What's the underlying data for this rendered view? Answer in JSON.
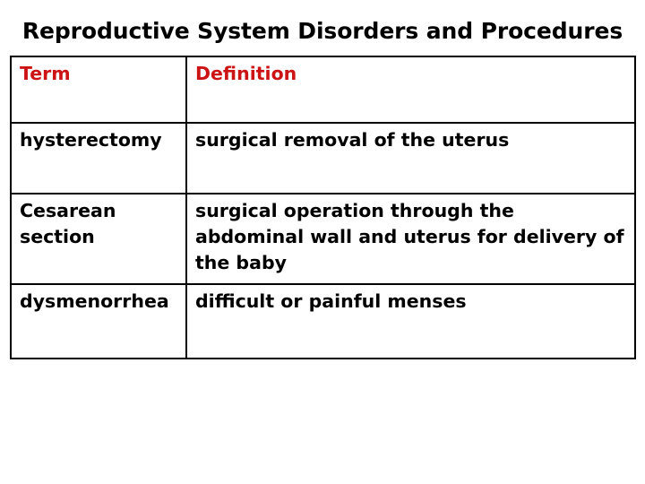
{
  "slide": {
    "title": "Reproductive System Disorders and Procedures",
    "background_color": "#ffffff",
    "title_color": "#000000"
  },
  "table": {
    "header_text_color": "#cc1414",
    "body_text_color": "#000000",
    "border_color": "#000000",
    "columns": [
      {
        "key": "term",
        "label": "Term"
      },
      {
        "key": "definition",
        "label": "Definition"
      }
    ],
    "rows": [
      {
        "term": "hysterectomy",
        "definition": "surgical removal of the uterus"
      },
      {
        "term": "Cesarean section",
        "definition": "surgical operation through the abdominal wall and uterus for delivery of the baby"
      },
      {
        "term": "dysmenorrhea",
        "definition": "difficult or painful menses"
      }
    ]
  }
}
